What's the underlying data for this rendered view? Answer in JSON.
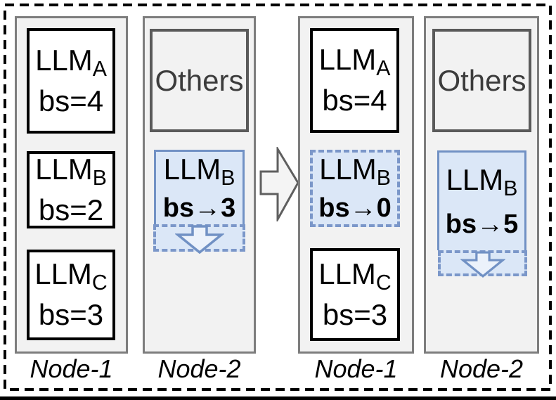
{
  "panels": [
    {
      "label": "Node-1",
      "boxes": [
        {
          "title": "LLM",
          "sub": "A",
          "bs": "bs=4"
        },
        {
          "title": "LLM",
          "sub": "B",
          "bs": "bs=2"
        },
        {
          "title": "LLM",
          "sub": "C",
          "bs": "bs=3"
        }
      ]
    },
    {
      "label": "Node-2",
      "boxes": [
        {
          "label": "Others"
        },
        {
          "title": "LLM",
          "sub": "B",
          "bs_label": "bs",
          "arrow": "→",
          "value": "3"
        }
      ]
    },
    {
      "label": "Node-1",
      "boxes": [
        {
          "title": "LLM",
          "sub": "A",
          "bs": "bs=4"
        },
        {
          "title": "LLM",
          "sub": "B",
          "bs_label": "bs",
          "arrow": "→",
          "value": "0"
        },
        {
          "title": "LLM",
          "sub": "C",
          "bs": "bs=3"
        }
      ]
    },
    {
      "label": "Node-2",
      "boxes": [
        {
          "label": "Others"
        },
        {
          "title": "LLM",
          "sub": "B",
          "bs_label": "bs",
          "arrow": "→",
          "value": "5"
        }
      ]
    }
  ],
  "icons": {
    "transition": "right-block-arrow",
    "scale_down": "hollow-down-arrow"
  },
  "colors": {
    "accent_blue_border": "#7191c4",
    "accent_blue_fill": "#dbe7f7",
    "panel_fill": "#f2f2f2",
    "panel_border": "#7d7d7d",
    "others_border": "#5a5a5a",
    "others_text": "#3c3c3c",
    "llm_box_border": "#000000",
    "frame_dash": "#000000"
  }
}
